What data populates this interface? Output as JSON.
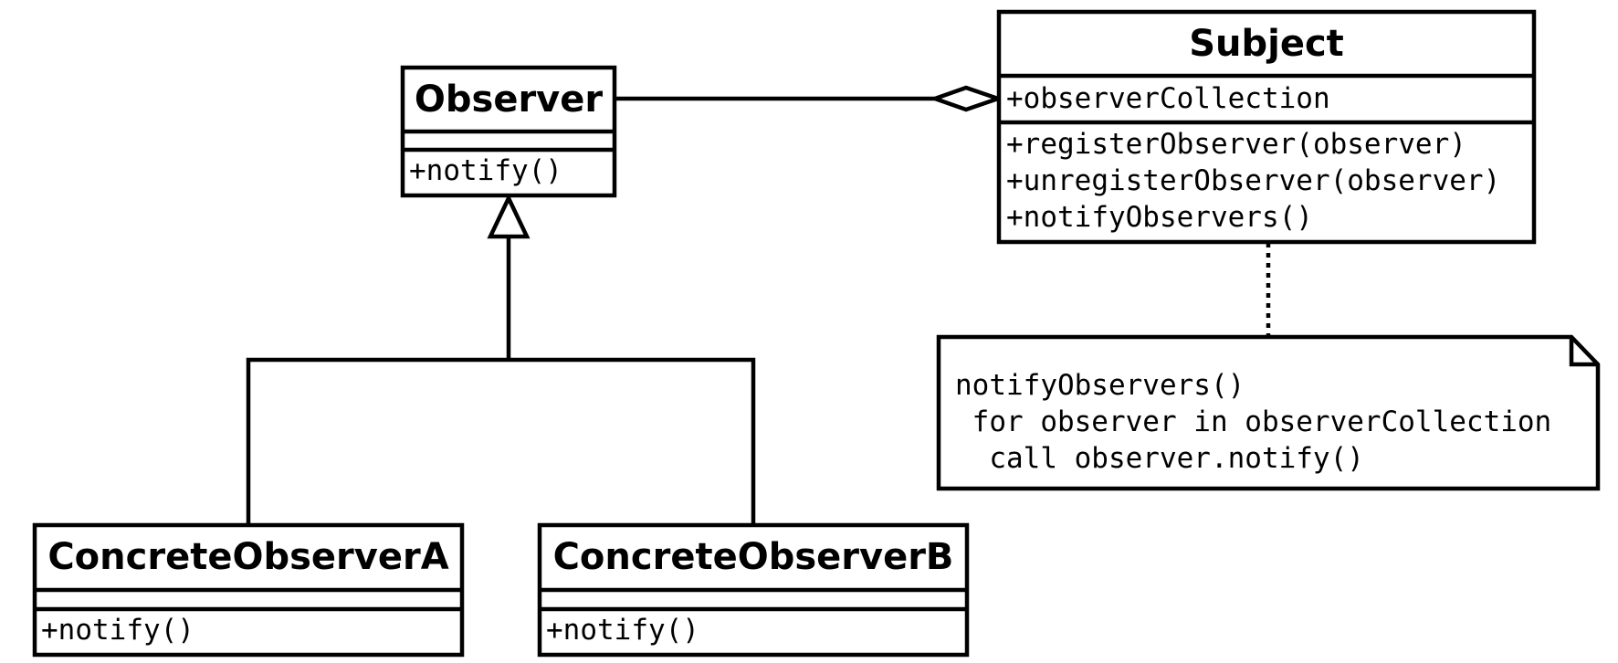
{
  "colors": {
    "line": "#000000",
    "background": "#ffffff"
  },
  "classes": {
    "observer": {
      "name": "Observer",
      "attributes": [],
      "operations": [
        "+notify()"
      ]
    },
    "subject": {
      "name": "Subject",
      "attributes": [
        "+observerCollection"
      ],
      "operations": [
        "+registerObserver(observer)",
        "+unregisterObserver(observer)",
        "+notifyObservers()"
      ]
    },
    "concrete_a": {
      "name": "ConcreteObserverA",
      "attributes": [],
      "operations": [
        "+notify()"
      ]
    },
    "concrete_b": {
      "name": "ConcreteObserverB",
      "attributes": [],
      "operations": [
        "+notify()"
      ]
    }
  },
  "note": {
    "lines": [
      "notifyObservers()",
      " for observer in observerCollection",
      "  call observer.notify()"
    ]
  },
  "relations": [
    {
      "type": "aggregation",
      "whole": "Subject",
      "part": "Observer"
    },
    {
      "type": "generalization",
      "parent": "Observer",
      "children": [
        "ConcreteObserverA",
        "ConcreteObserverB"
      ]
    },
    {
      "type": "note-anchor",
      "target": "Subject"
    }
  ]
}
